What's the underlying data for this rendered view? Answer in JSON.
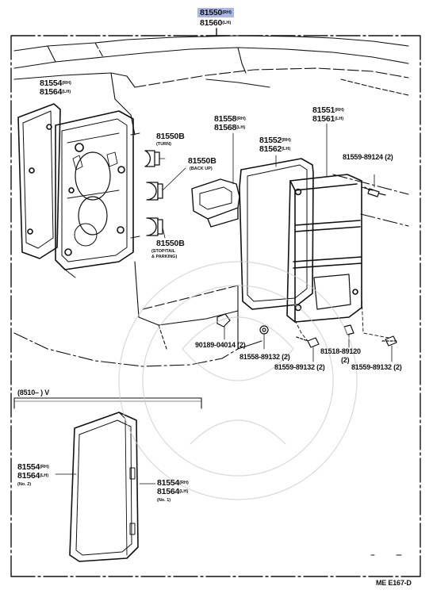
{
  "header": {
    "top": "81550",
    "top_suffix": "(RH)",
    "bottom": "81560",
    "bottom_suffix": "(LH)"
  },
  "parts": {
    "gasket_outer": {
      "a": "81554",
      "a_s": "(RH)",
      "b": "81564",
      "b_s": "(LH)"
    },
    "bulb_turn": {
      "num": "81550B",
      "note": "(TURN)"
    },
    "bulb_back": {
      "num": "81550B",
      "note": "(BACK UP)"
    },
    "bulb_stop": {
      "num": "81550B",
      "note1": "(STOP/TAIL",
      "note2": "& PARKING)"
    },
    "socket": {
      "a": "81558",
      "a_s": "(RH)",
      "b": "81568",
      "b_s": "(LH)"
    },
    "gasket_lens": {
      "a": "81552",
      "a_s": "(RH)",
      "b": "81562",
      "b_s": "(LH)"
    },
    "lens": {
      "a": "81551",
      "a_s": "(RH)",
      "b": "81561",
      "b_s": "(LH)"
    },
    "screw_top": {
      "num": "81559-89124 (2)"
    },
    "clip": {
      "num": "90189-04014 (2)"
    },
    "nut": {
      "num": "81558-89132 (2)"
    },
    "screw_a": {
      "num": "81559-89132 (2)"
    },
    "retainer": {
      "num": "81518-89120",
      "qty": "(2)"
    },
    "screw_b": {
      "num": "81559-89132 (2)"
    }
  },
  "inset": {
    "range": "(8510–          ) V",
    "left": {
      "a": "81554",
      "a_s": "(RH)",
      "b": "81564",
      "b_s": "(LH)",
      "note": "(No. 2)"
    },
    "right": {
      "a": "81554",
      "a_s": "(RH)",
      "b": "81564",
      "b_s": "(LH)",
      "note": "(No. 1)"
    }
  },
  "figure_code": "ME E167-D",
  "colors": {
    "ink": "#111111",
    "highlight": "#a9b6e6"
  }
}
